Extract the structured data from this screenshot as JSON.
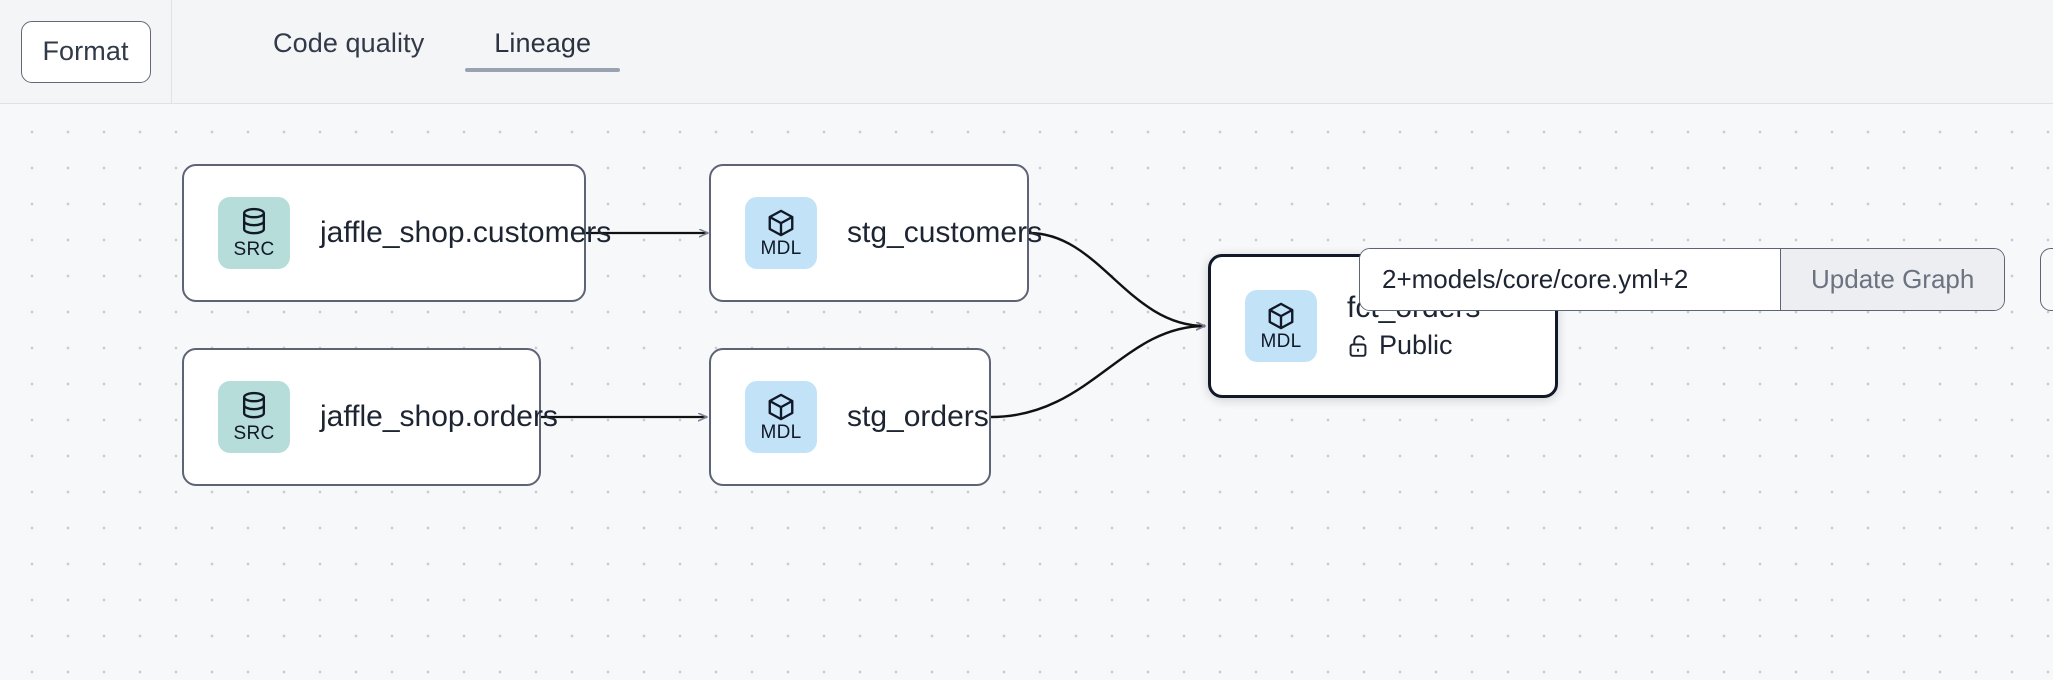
{
  "toolbar": {
    "format_label": "Format",
    "tabs": [
      {
        "label": "Code quality",
        "active": false
      },
      {
        "label": "Lineage",
        "active": true
      }
    ]
  },
  "controls": {
    "selector_value": "2+models/core/core.yml+2",
    "selector_placeholder": "2+models/core/core.yml+2",
    "update_graph_label": "Update Graph"
  },
  "graph": {
    "nodes": [
      {
        "id": "jaffle_shop_customers",
        "title": "jaffle_shop.customers",
        "badge_type": "SRC",
        "badge_icon": "database-icon",
        "selected": false,
        "meta": null
      },
      {
        "id": "stg_customers",
        "title": "stg_customers",
        "badge_type": "MDL",
        "badge_icon": "cube-icon",
        "selected": false,
        "meta": null
      },
      {
        "id": "jaffle_shop_orders",
        "title": "jaffle_shop.orders",
        "badge_type": "SRC",
        "badge_icon": "database-icon",
        "selected": false,
        "meta": null
      },
      {
        "id": "stg_orders",
        "title": "stg_orders",
        "badge_type": "MDL",
        "badge_icon": "cube-icon",
        "selected": false,
        "meta": null
      },
      {
        "id": "fct_orders",
        "title": "fct_orders",
        "badge_type": "MDL",
        "badge_icon": "cube-icon",
        "selected": true,
        "meta": {
          "icon": "unlock-icon",
          "label": "Public"
        }
      }
    ],
    "edges": [
      {
        "from": "jaffle_shop_customers",
        "to": "stg_customers"
      },
      {
        "from": "jaffle_shop_orders",
        "to": "stg_orders"
      },
      {
        "from": "stg_customers",
        "to": "fct_orders"
      },
      {
        "from": "stg_orders",
        "to": "fct_orders"
      }
    ]
  },
  "colors": {
    "src_badge": "#b6ddda",
    "mdl_badge": "#c2e3f7",
    "node_border": "#5d6475",
    "node_border_selected": "#111827",
    "canvas_bg": "#f7f8fa",
    "toolbar_bg": "#f4f5f7",
    "tab_underline": "#9aa2b1",
    "edge_stroke": "#111111"
  }
}
